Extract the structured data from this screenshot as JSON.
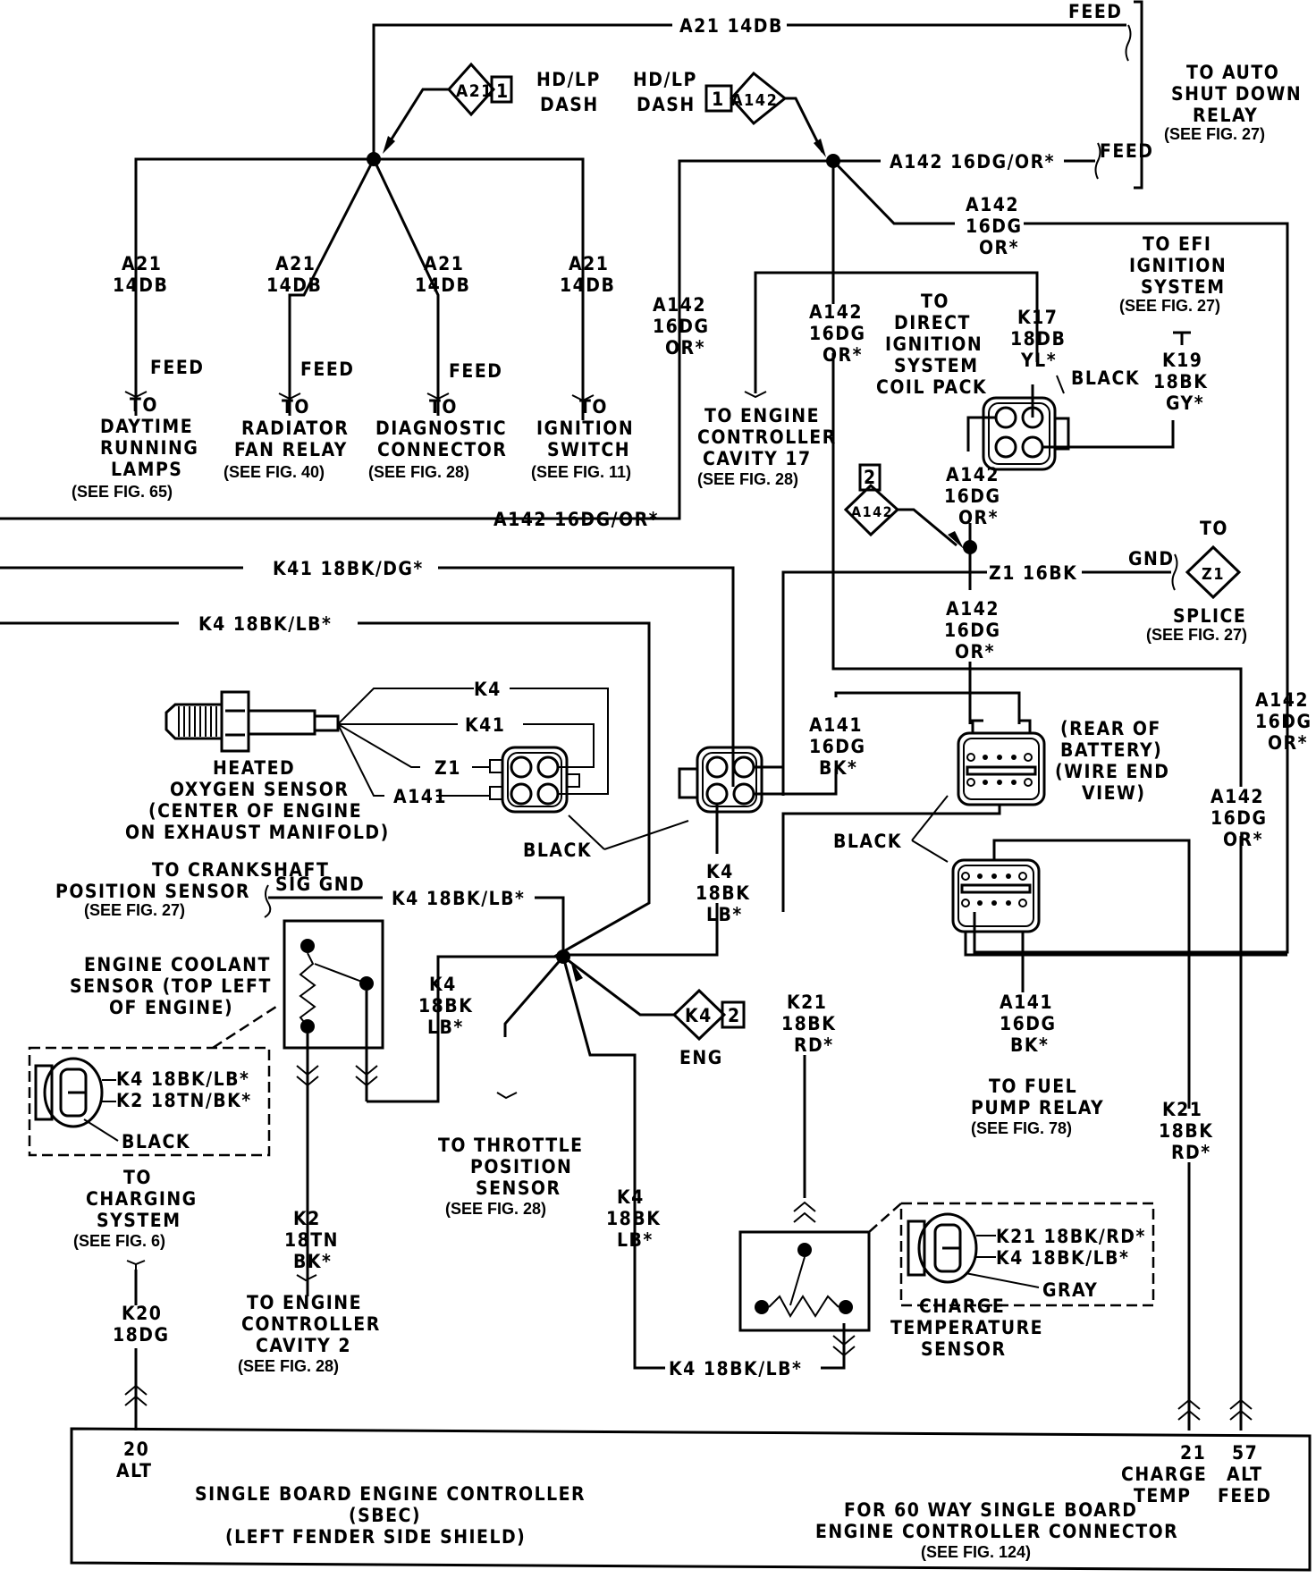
{
  "title": "SBEC engine controller wiring diagram (sensor/feed circuits)",
  "wires": {
    "a21_top": "A21 14DB",
    "a142_feed": "A142 16DG/OR*",
    "a142_left": "A142 16DG/OR*",
    "k41_left": "K41 18BK/DG*",
    "k4_left": "K4 18BK/LB*",
    "k4_crank": "K4 18BK/LB*",
    "k4_bottom": "K4 18BK/LB*",
    "z1": "Z1 16BK",
    "a21_branch": [
      "A21",
      "14DB"
    ],
    "a142_branch": [
      "A142",
      "16DG",
      "OR*"
    ],
    "k17": [
      "K17",
      "18DB",
      "YL*"
    ],
    "k19": [
      "K19",
      "18BK",
      "GY*"
    ],
    "a141_bk": [
      "A141",
      "16DG",
      "BK*"
    ],
    "k4_branch": [
      "K4",
      "18BK",
      "LB*"
    ],
    "k21": [
      "K21",
      "18BK",
      "RD*"
    ],
    "k2": [
      "K2",
      "18TN",
      "BK*"
    ],
    "k20": [
      "K20",
      "18DG"
    ],
    "o2_k4": "K4",
    "o2_k41": "K41",
    "o2_z1": "Z1",
    "o2_a141": "A141"
  },
  "labels": {
    "feed": "FEED",
    "gnd": "GND",
    "sig_gnd": "SIG GND",
    "hd_lp_dash": [
      "HD/LP",
      "DASH"
    ],
    "splice_a21": "A21",
    "splice_a142": "A142",
    "splice_z1": "Z1",
    "splice_k4": "K4",
    "pin_1": "1",
    "pin_2": "2",
    "eng": "ENG",
    "black": "BLACK",
    "gray": "GRAY",
    "to": "TO"
  },
  "destinations": {
    "auto_shutdown": [
      "TO AUTO",
      "SHUT DOWN",
      "RELAY",
      "(SEE FIG. 27)"
    ],
    "efi_ignition": [
      "TO EFI",
      "IGNITION",
      "SYSTEM",
      "(SEE FIG. 27)"
    ],
    "daytime_lamps": [
      "TO",
      "DAYTIME",
      "RUNNING",
      "LAMPS",
      "(SEE FIG. 65)"
    ],
    "radiator_fan": [
      "TO",
      "RADIATOR",
      "FAN RELAY",
      "(SEE FIG. 40)"
    ],
    "diagnostic": [
      "TO",
      "DIAGNOSTIC",
      "CONNECTOR",
      "(SEE FIG. 28)"
    ],
    "ignition_switch": [
      "TO",
      "IGNITION",
      "SWITCH",
      "(SEE FIG. 11)"
    ],
    "engine_ctrl_17": [
      "TO ENGINE",
      "CONTROLLER",
      "CAVITY 17",
      "(SEE FIG. 28)"
    ],
    "coil_pack": [
      "TO",
      "DIRECT",
      "IGNITION",
      "SYSTEM",
      "COIL PACK"
    ],
    "splice": [
      "SPLICE",
      "(SEE FIG. 27)"
    ],
    "battery": [
      "(REAR OF",
      "BATTERY)",
      "(WIRE END",
      "VIEW)"
    ],
    "o2_sensor": [
      "HEATED",
      "OXYGEN SENSOR",
      "(CENTER OF ENGINE",
      "ON EXHAUST MANIFOLD)"
    ],
    "crankshaft": [
      "TO CRANKSHAFT",
      "POSITION SENSOR",
      "(SEE FIG. 27)"
    ],
    "coolant": [
      "ENGINE COOLANT",
      "SENSOR (TOP LEFT",
      "OF ENGINE)"
    ],
    "coolant_conn": [
      "K4 18BK/LB*",
      "K2 18TN/BK*"
    ],
    "charging": [
      "TO",
      "CHARGING",
      "SYSTEM",
      "(SEE FIG. 6)"
    ],
    "engine_ctrl_2": [
      "TO ENGINE",
      "CONTROLLER",
      "CAVITY 2",
      "(SEE FIG. 28)"
    ],
    "throttle": [
      "TO THROTTLE",
      "POSITION",
      "SENSOR",
      "(SEE FIG. 28)"
    ],
    "fuel_pump": [
      "TO FUEL",
      "PUMP RELAY",
      "(SEE FIG. 78)"
    ],
    "charge_temp_conn": [
      "K21 18BK/RD*",
      "K4 18BK/LB*"
    ],
    "charge_temp": [
      "CHARGE",
      "TEMPERATURE",
      "SENSOR"
    ]
  },
  "controller": {
    "name": [
      "SINGLE BOARD ENGINE CONTROLLER",
      "(SBEC)",
      "(LEFT FENDER SIDE SHIELD)"
    ],
    "connector_note": [
      "FOR 60 WAY SINGLE BOARD",
      "ENGINE CONTROLLER CONNECTOR",
      "(SEE FIG. 124)"
    ],
    "pins": [
      {
        "num": "20",
        "name": [
          "ALT"
        ]
      },
      {
        "num": "21",
        "name": [
          "CHARGE",
          "TEMP"
        ]
      },
      {
        "num": "57",
        "name": [
          "ALT",
          "FEED"
        ]
      }
    ]
  }
}
